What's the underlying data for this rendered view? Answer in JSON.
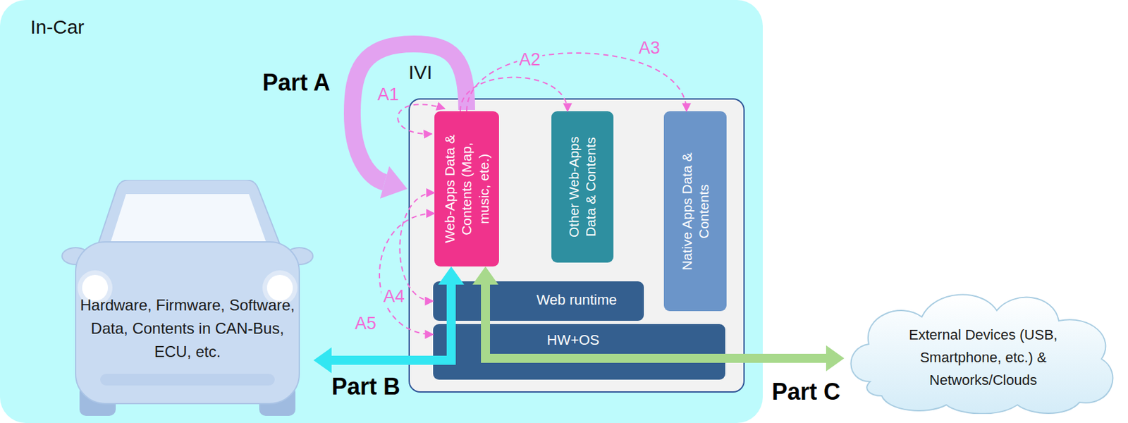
{
  "diagram": {
    "nodes": [
      {
        "text": [
          "In-Car"
        ]
      },
      {
        "text": [
          "Hardware, Firmware, Software, Data, Contents in CAN-Bus, ECU, etc."
        ],
        "in": 0
      },
      {
        "text": [
          "IVI"
        ],
        "in": 0
      },
      {
        "text": [
          "Web-Apps Data & Contents (Map, music, ete.)"
        ],
        "in": 2
      },
      {
        "text": [
          "Other Web-Apps Data & Contents"
        ],
        "in": 2
      },
      {
        "text": [
          "Native Apps Data & Contents"
        ],
        "in": 2
      },
      {
        "text": [
          "Web runtime"
        ],
        "in": 2
      },
      {
        "text": [
          "HW+OS"
        ],
        "in": 2
      },
      {
        "text": [
          "External Devices (USB, Smartphone, etc.) & Networks/Clouds"
        ]
      }
    ],
    "edges": [
      {
        "from": 1,
        "to": 3,
        "arrow": "both"
      },
      {
        "from": 3,
        "to": 8,
        "arrow": "both"
      },
      {
        "from": 3,
        "to": 4,
        "label": "A2",
        "arrow": "to"
      },
      {
        "from": 3,
        "to": 5,
        "label": "A3",
        "arrow": "to"
      },
      {
        "from": 3,
        "to": 6,
        "label": "A4",
        "arrow": "both"
      },
      {
        "from": 3,
        "to": 7,
        "label": "A5",
        "arrow": "both"
      }
    ],
    "labels": [
      "Part A",
      "A1",
      "Part B",
      "Part C"
    ]
  }
}
